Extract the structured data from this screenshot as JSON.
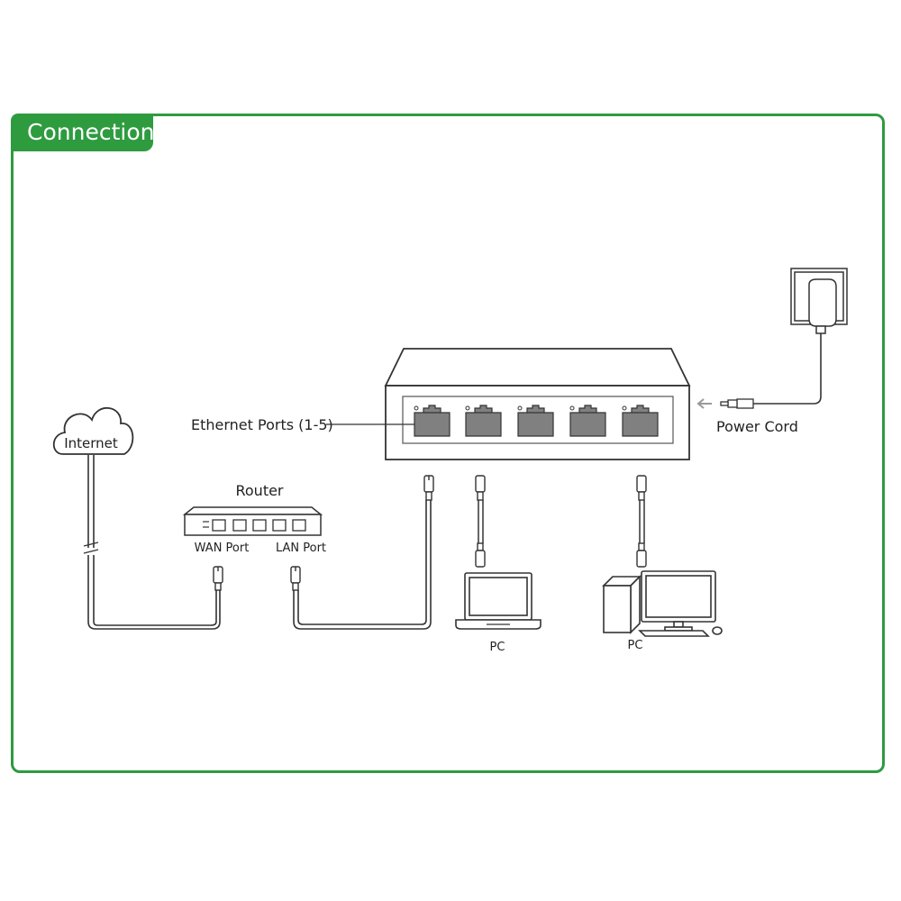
{
  "header": {
    "title": "Connection"
  },
  "labels": {
    "internet": "Internet",
    "router": "Router",
    "wan_port": "WAN Port",
    "lan_port": "LAN Port",
    "ethernet_ports": "Ethernet Ports (1-5)",
    "power_cord": "Power Cord",
    "pc_laptop": "PC",
    "pc_desktop": "PC"
  },
  "colors": {
    "accent": "#2e9b3f",
    "port": "#808080",
    "line": "#333333"
  }
}
